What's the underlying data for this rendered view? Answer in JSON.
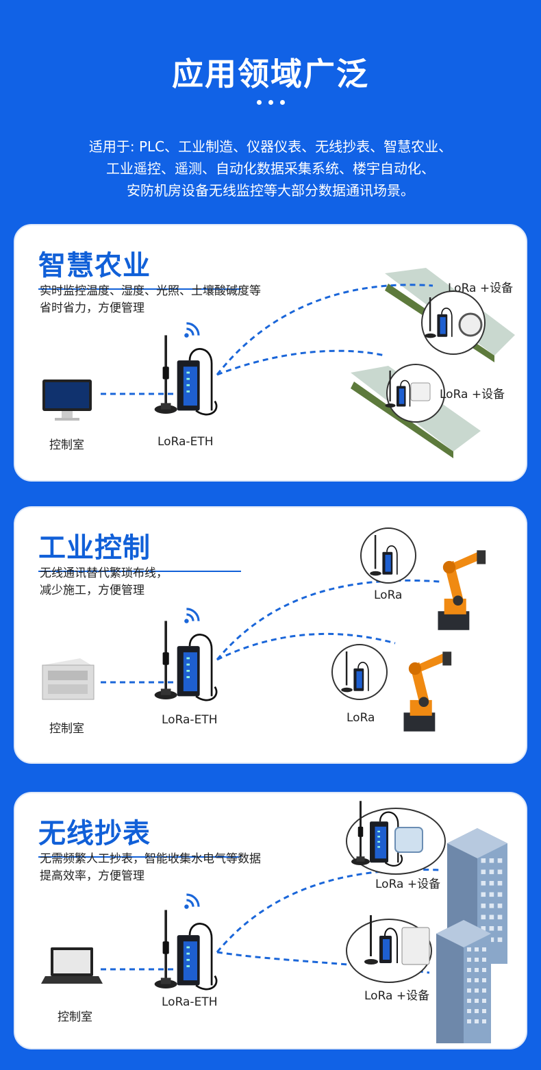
{
  "header": {
    "title": "应用领域广泛",
    "intro_lines": [
      "适用于: PLC、工业制造、仪器仪表、无线抄表、智慧农业、",
      "工业遥控、遥测、自动化数据采集系统、楼宇自动化、",
      "安防机房设备无线监控等大部分数据通讯场景。"
    ]
  },
  "sections": [
    {
      "title": "智慧农业",
      "desc_lines": [
        "实时监控温度、湿度、光照、土壤酸碱度等",
        "省时省力，方便管理"
      ],
      "control_label": "控制室",
      "gateway_label": "LoRa-ETH",
      "node_labels": [
        "LoRa +设备",
        "LoRa +设备"
      ]
    },
    {
      "title": "工业控制",
      "desc_lines": [
        "无线通讯替代繁琐布线，",
        "减少施工，方便管理"
      ],
      "control_label": "控制室",
      "gateway_label": "LoRa-ETH",
      "node_labels": [
        "LoRa",
        "LoRa"
      ]
    },
    {
      "title": "无线抄表",
      "desc_lines": [
        "无需频繁人工抄表，智能收集水电气等数据",
        "提高效率，方便管理"
      ],
      "control_label": "控制室",
      "gateway_label": "LoRa-ETH",
      "node_labels": [
        "LoRa +设备",
        "LoRa +设备"
      ]
    }
  ],
  "colors": {
    "background": "#1162e6",
    "accent": "#1160d8",
    "link_dash": "#1a66d9",
    "robot_orange": "#f08a12",
    "building_blue": "#8aa7c9"
  },
  "icons": [
    "wifi-icon",
    "monitor-icon",
    "plc-icon",
    "laptop-icon",
    "antenna-icon",
    "greenhouse-icon",
    "robot-arm-icon",
    "building-icon",
    "water-meter-icon",
    "power-meter-icon"
  ]
}
